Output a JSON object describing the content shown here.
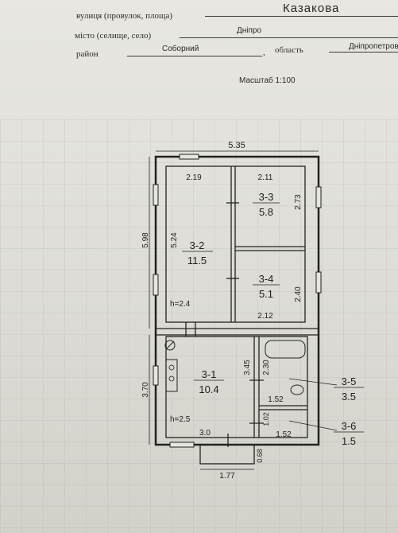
{
  "header": {
    "street_label": "вулиця (провулок, площа)",
    "street_value": "Казакова",
    "city_label": "місто (селище, село)",
    "city_value": "Дніпро",
    "district_label": "район",
    "district_value": "Соборний",
    "comma": ",",
    "oblast_label": "область",
    "oblast_value": "Дніпропетров"
  },
  "scale": "Масштаб 1:100",
  "plan": {
    "overall_width": "5.35",
    "upper_height": "5.98",
    "lower_height": "3.70",
    "porch_width": "1.77",
    "porch_depth": "0.68",
    "upper_ceiling": "h=2.4",
    "lower_ceiling": "h=2.5",
    "dims": {
      "r2_top": "2.19",
      "r2_side": "5.24",
      "r3_top": "2.11",
      "r3_side": "2.73",
      "r4_side": "2.40",
      "r4_bottom": "2.12",
      "r1_side": "3.45",
      "r1_bottom": "3.0",
      "r5_side": "2.30",
      "r5_width": "1.52",
      "r6_side": "1.02",
      "r6_width": "1.52"
    },
    "rooms": [
      {
        "id": "3-1",
        "area": "10.4"
      },
      {
        "id": "3-2",
        "area": "11.5"
      },
      {
        "id": "3-3",
        "area": "5.8"
      },
      {
        "id": "3-4",
        "area": "5.1"
      },
      {
        "id": "3-5",
        "area": "3.5"
      },
      {
        "id": "3-6",
        "area": "1.5"
      }
    ]
  }
}
